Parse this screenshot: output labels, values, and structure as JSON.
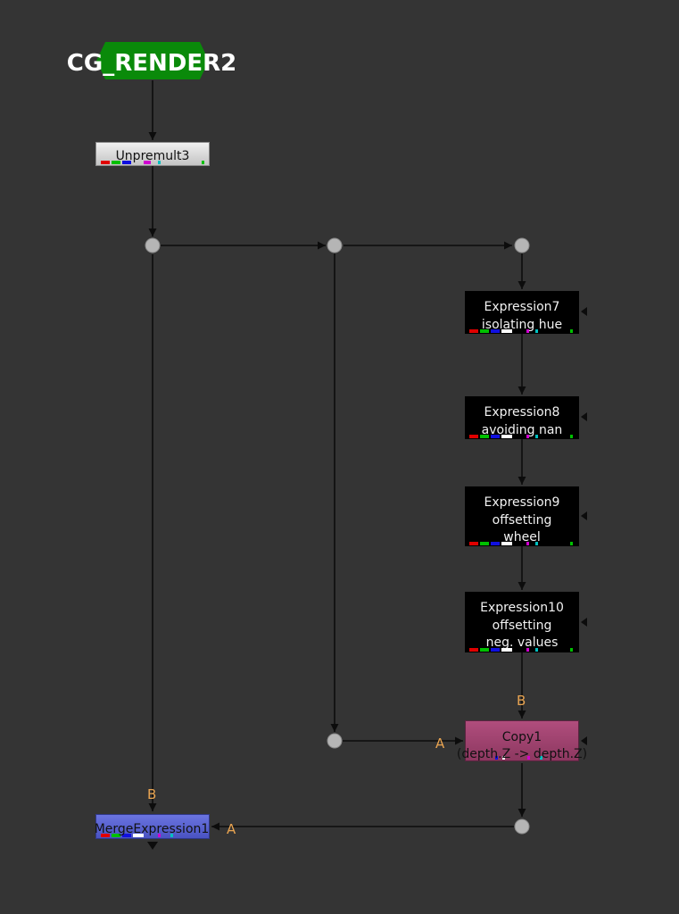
{
  "nodes": {
    "read": {
      "label": "CG_RENDER2",
      "color": "#0a8a0a"
    },
    "unpremult": {
      "label": "Unpremult3"
    },
    "expression7": {
      "line1": "Expression7",
      "line2": "isolating hue"
    },
    "expression8": {
      "line1": "Expression8",
      "line2": "avoiding nan"
    },
    "expression9": {
      "line1": "Expression9",
      "line2": "offsetting",
      "line3": "wheel"
    },
    "expression10": {
      "line1": "Expression10",
      "line2": "offsetting",
      "line3": "neg. values"
    },
    "copy": {
      "line1": "Copy1",
      "line2": "(depth.Z -> depth.Z)",
      "input_a": "A",
      "input_b": "B"
    },
    "merge": {
      "label": "MergeExpression1",
      "input_a": "A",
      "input_b": "B"
    }
  },
  "colors": {
    "background": "#343434",
    "wire": "#0c0c0c",
    "dot": "#b5b5b5",
    "input_letter": "#e9a451",
    "copy_node": "#a04470",
    "merge_node": "#5a63d4",
    "expression_node": "#000000"
  }
}
